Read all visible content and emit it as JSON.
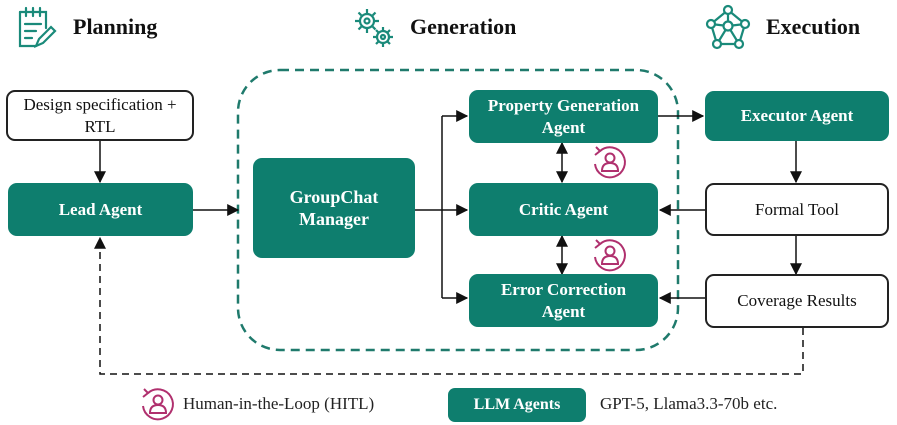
{
  "headers": {
    "planning": "Planning",
    "generation": "Generation",
    "execution": "Execution"
  },
  "nodes": {
    "design_spec": "Design specification + RTL",
    "lead_agent": "Lead Agent",
    "groupchat_manager": "GroupChat Manager",
    "property_generation_agent": "Property Generation Agent",
    "critic_agent": "Critic Agent",
    "error_correction_agent": "Error Correction Agent",
    "executor_agent": "Executor Agent",
    "formal_tool": "Formal Tool",
    "coverage_results": "Coverage Results"
  },
  "legend": {
    "hitl_label": "Human-in-the-Loop (HITL)",
    "llm_agents_label": "LLM Agents",
    "llm_models": "GPT-5, Llama3.3-70b etc."
  },
  "colors": {
    "agent_fill": "#0e7e6e",
    "hitl_icon": "#b0306e",
    "group_border": "#1f7a6c",
    "header_icon": "#1a8a7a"
  },
  "icons": {
    "planning": "clipboard-pencil-icon",
    "generation": "gears-icon",
    "execution": "network-icon",
    "hitl": "human-loop-icon"
  }
}
